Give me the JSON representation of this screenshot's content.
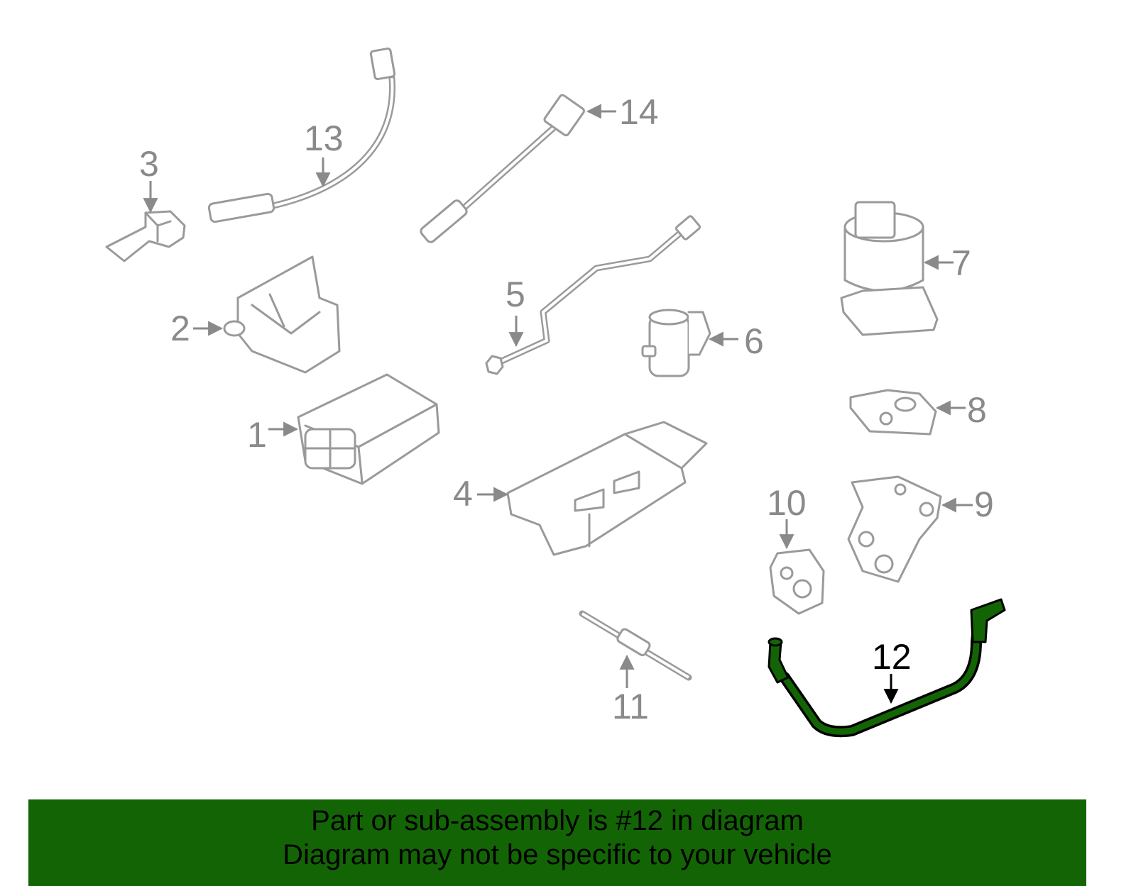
{
  "diagram": {
    "highlight_color": "#136405",
    "part_color": "#9a9a9a",
    "callouts": [
      "1",
      "2",
      "3",
      "4",
      "5",
      "6",
      "7",
      "8",
      "9",
      "10",
      "11",
      "12",
      "13",
      "14"
    ],
    "highlighted_part": "12"
  },
  "banner": {
    "line1": "Part or sub-assembly is #12 in diagram",
    "line2": "Diagram may not be specific to your vehicle",
    "background": "#136405"
  }
}
